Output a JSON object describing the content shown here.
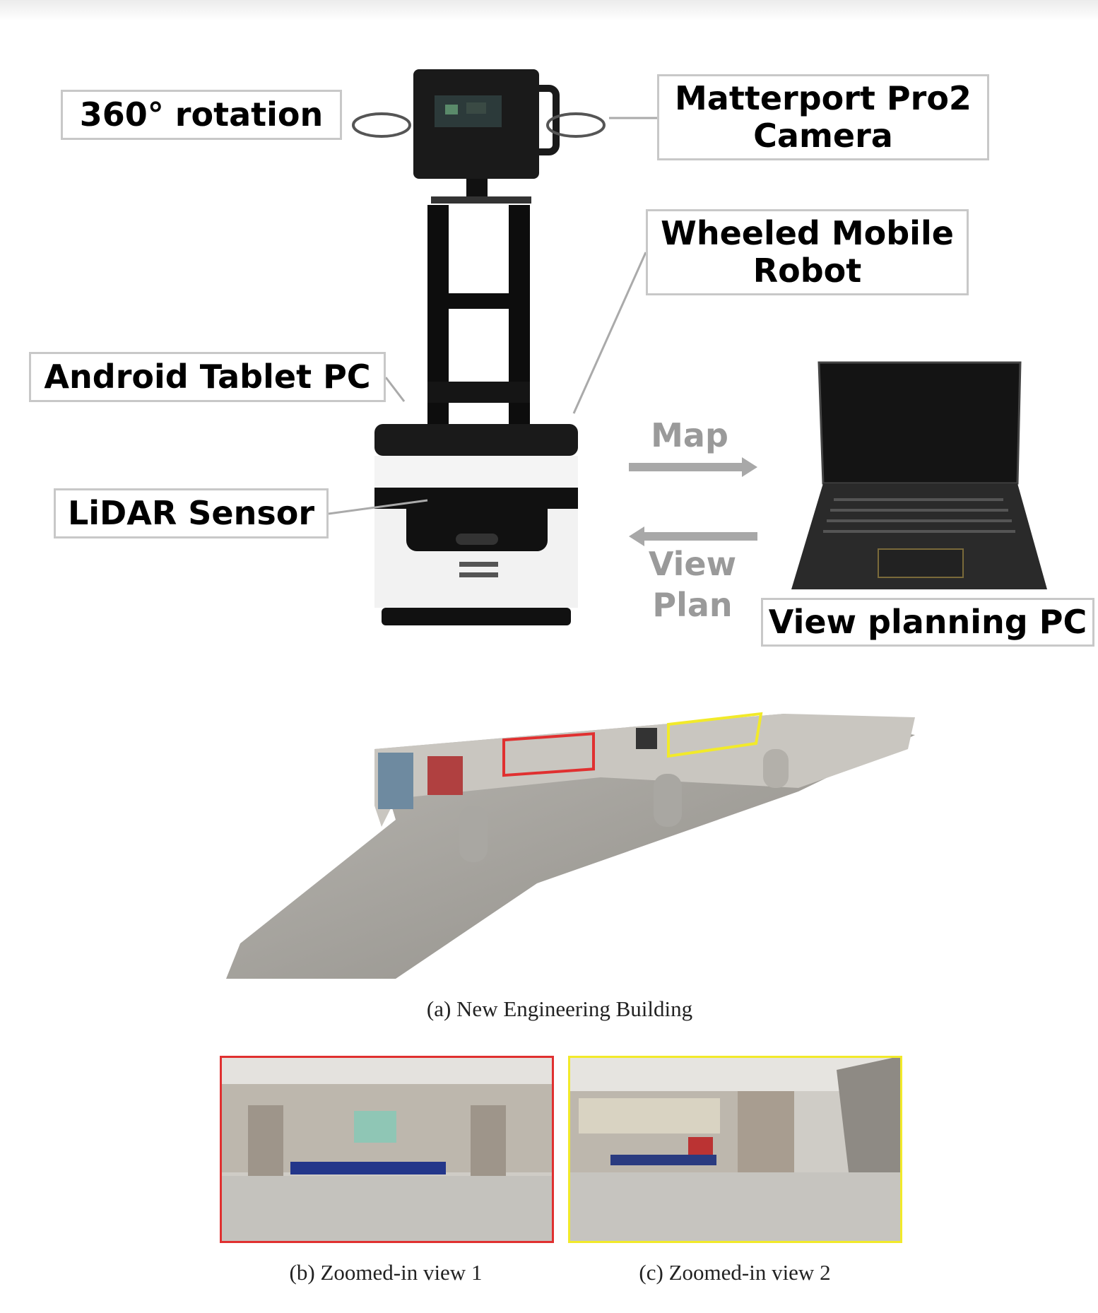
{
  "labels": {
    "rotation": "360° rotation",
    "camera_line1": "Matterport Pro2",
    "camera_line2": "Camera",
    "robot_line1": "Wheeled Mobile",
    "robot_line2": "Robot",
    "tablet": "Android Tablet PC",
    "lidar": "LiDAR Sensor",
    "map": "Map",
    "view_plan_line1": "View",
    "view_plan_line2": "Plan",
    "pc": "View planning PC"
  },
  "captions": {
    "a": "(a) New Engineering Building",
    "b": "(b) Zoomed-in view 1",
    "c": "(c) Zoomed-in view 2"
  },
  "colors": {
    "highlight_1": "#e03030",
    "highlight_2": "#f2ea2a",
    "arrow_gray": "#a8a8a8"
  }
}
